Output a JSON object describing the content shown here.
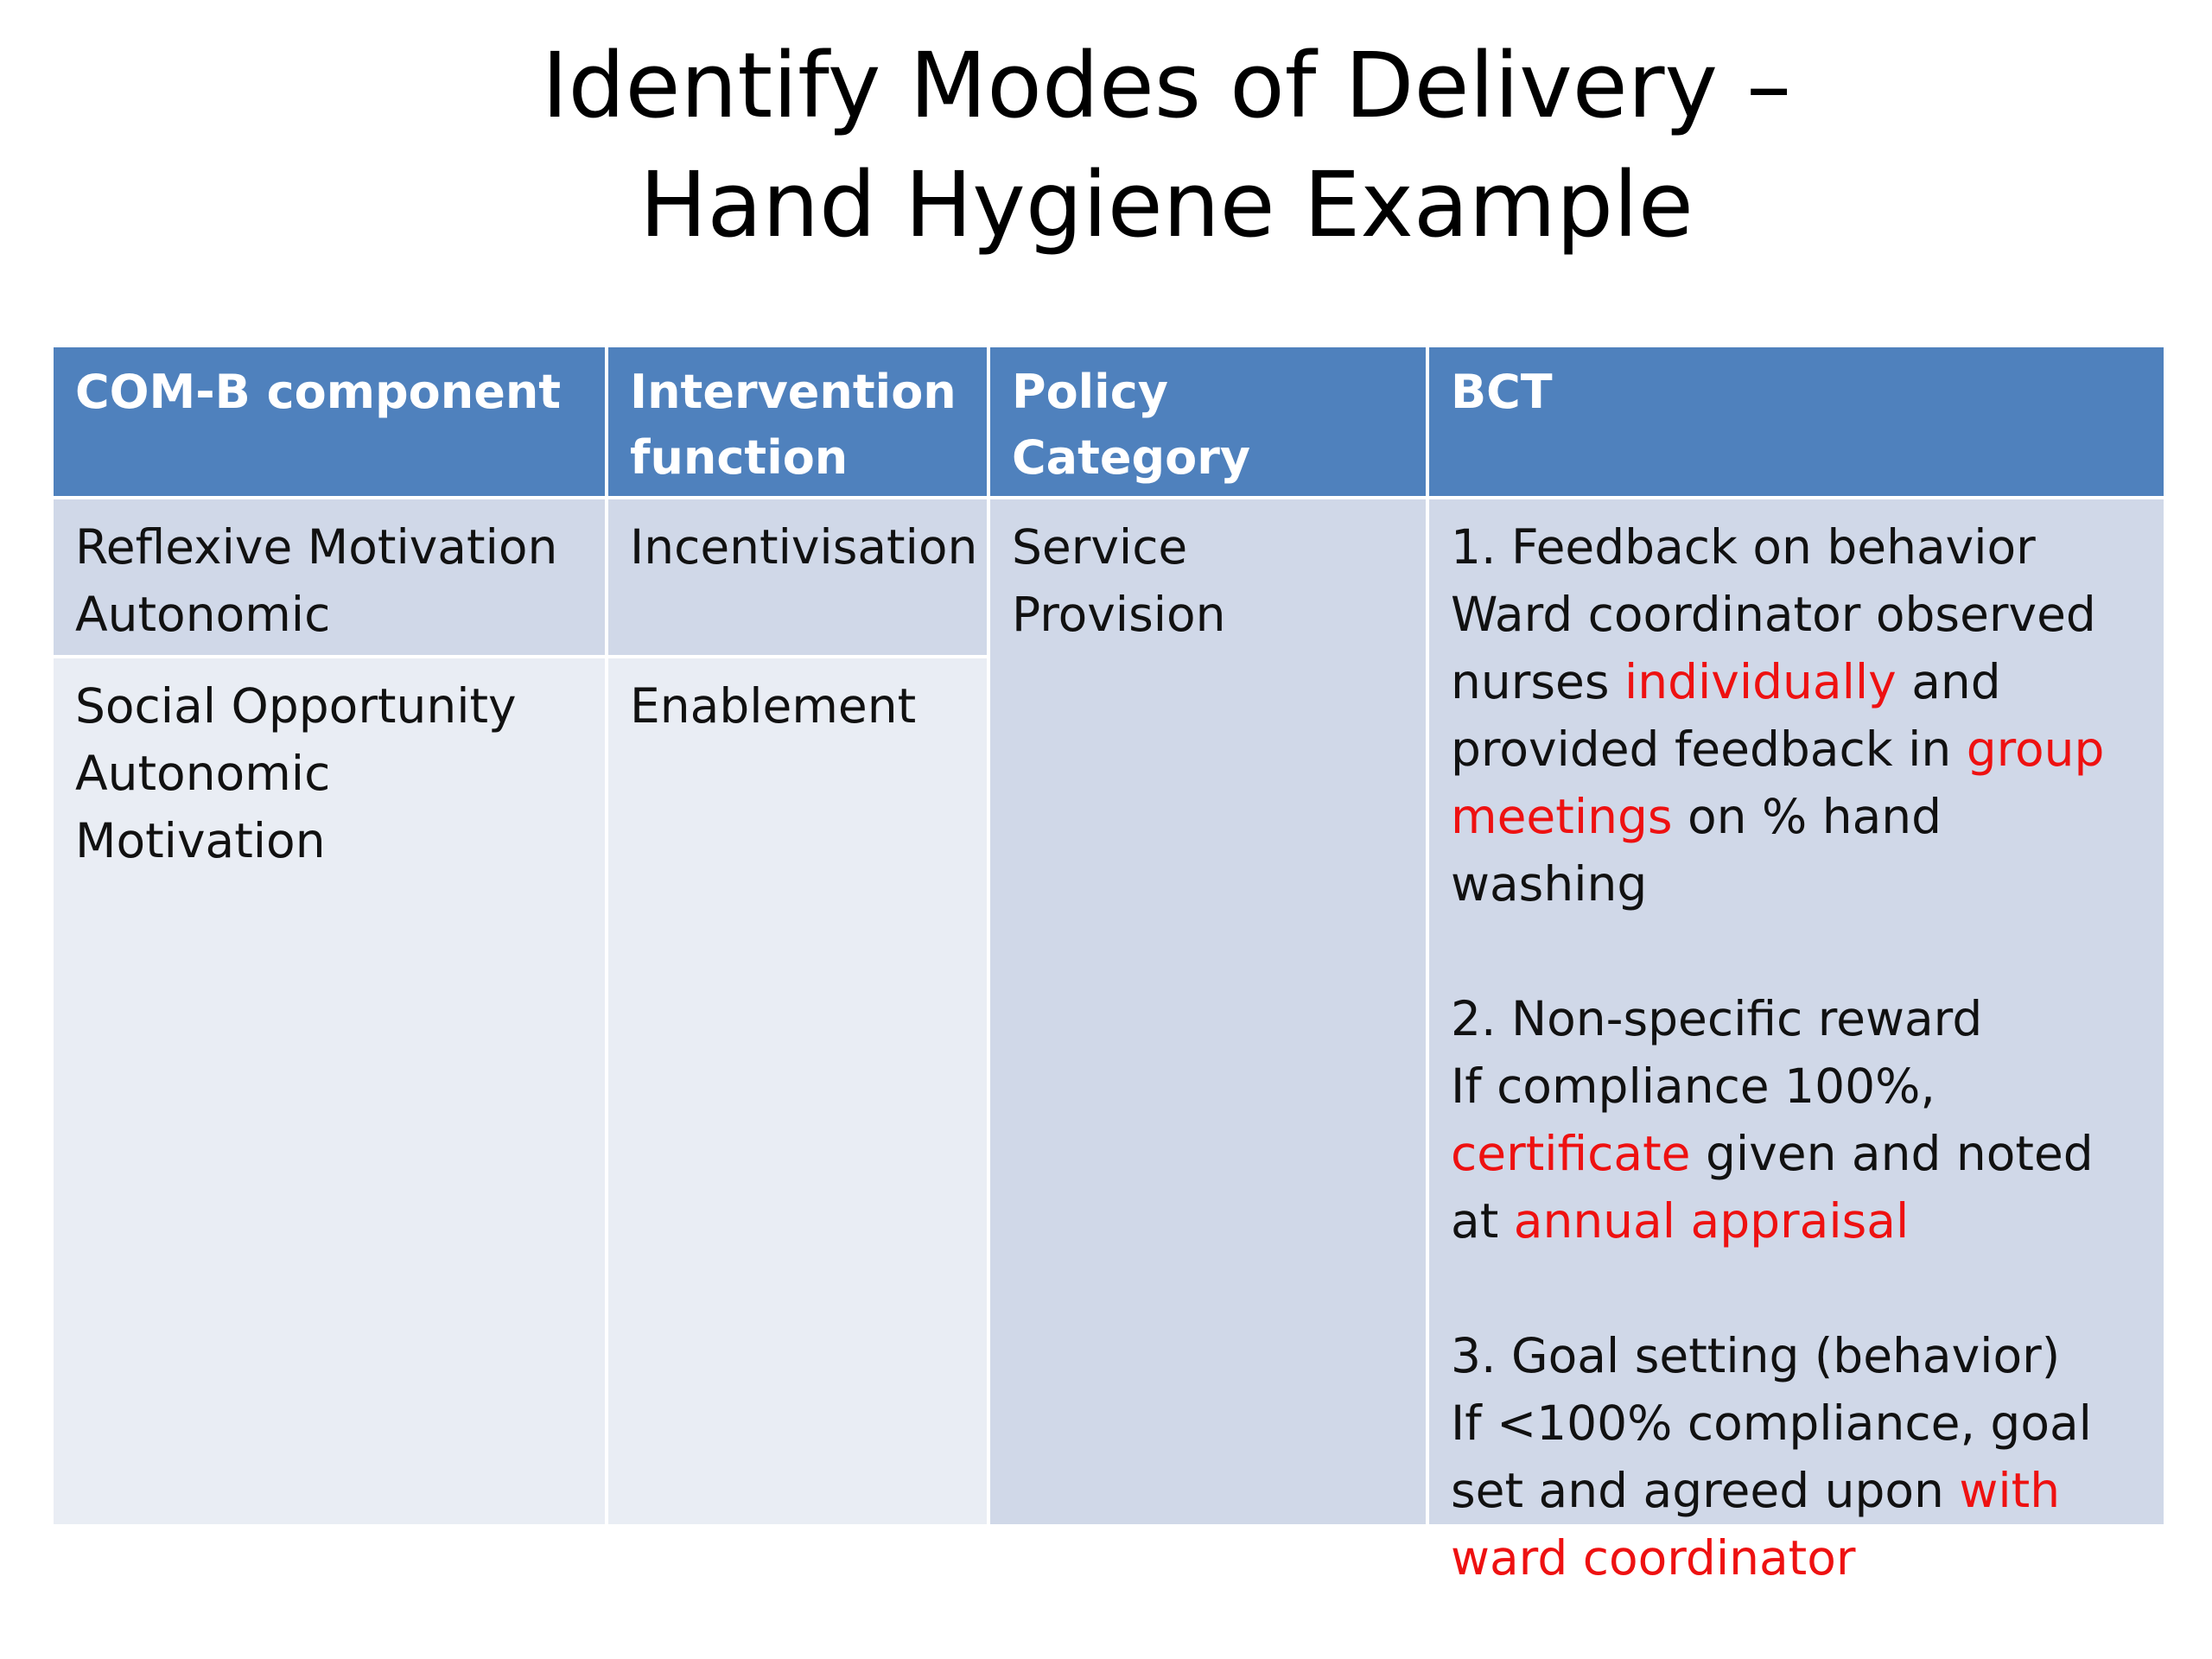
{
  "title": {
    "line1": "Identify Modes of Delivery –",
    "line2": "Hand Hygiene Example"
  },
  "table": {
    "headers": [
      "COM-B component",
      "Intervention function",
      "Policy Category",
      "BCT"
    ],
    "rows": [
      {
        "com_b": [
          "Reflexive Motivation",
          "Autonomic Motivation"
        ],
        "intervention": "Incentivisation"
      },
      {
        "com_b": [
          "Social Opportunity",
          "Autonomic Motivation"
        ],
        "intervention": "Enablement"
      }
    ],
    "policy_category": "Service Provision",
    "bct": [
      {
        "heading": "1. Feedback on behavior",
        "parts": [
          {
            "text": "Ward coordinator observed nurses ",
            "highlight": false
          },
          {
            "text": "individually",
            "highlight": true
          },
          {
            "text": " and provided feedback in ",
            "highlight": false
          },
          {
            "text": "group meetings",
            "highlight": true
          },
          {
            "text": " on % hand washing",
            "highlight": false
          }
        ]
      },
      {
        "heading": "2. Non-specific reward",
        "parts": [
          {
            "text": "If compliance 100%, ",
            "highlight": false
          },
          {
            "text": "certificate",
            "highlight": true
          },
          {
            "text": " given and noted at ",
            "highlight": false
          },
          {
            "text": "annual appraisal",
            "highlight": true
          }
        ]
      },
      {
        "heading": "3. Goal setting (behavior)",
        "parts": [
          {
            "text": "If <100% compliance, goal set and agreed upon ",
            "highlight": false
          },
          {
            "text": "with ward coordinator",
            "highlight": true
          }
        ]
      }
    ]
  },
  "colors": {
    "header_bg": "#4f81bd",
    "cell_dark": "#d0d8e8",
    "cell_light": "#e9edf4",
    "highlight_text": "#ee1111"
  }
}
